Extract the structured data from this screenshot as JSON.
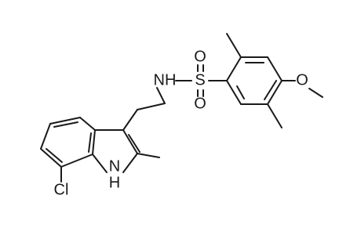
{
  "atoms": {
    "nh_amide": "NH",
    "sulfur": "S",
    "oxygen_top": "O",
    "oxygen_bottom": "O",
    "oxygen_methoxy": "O",
    "chlorine": "Cl",
    "nh_indole_n": "N",
    "nh_indole_h": "H"
  },
  "colors": {
    "bond": "#1a1a1a",
    "label": "#1a1a1a",
    "background": "#ffffff"
  }
}
